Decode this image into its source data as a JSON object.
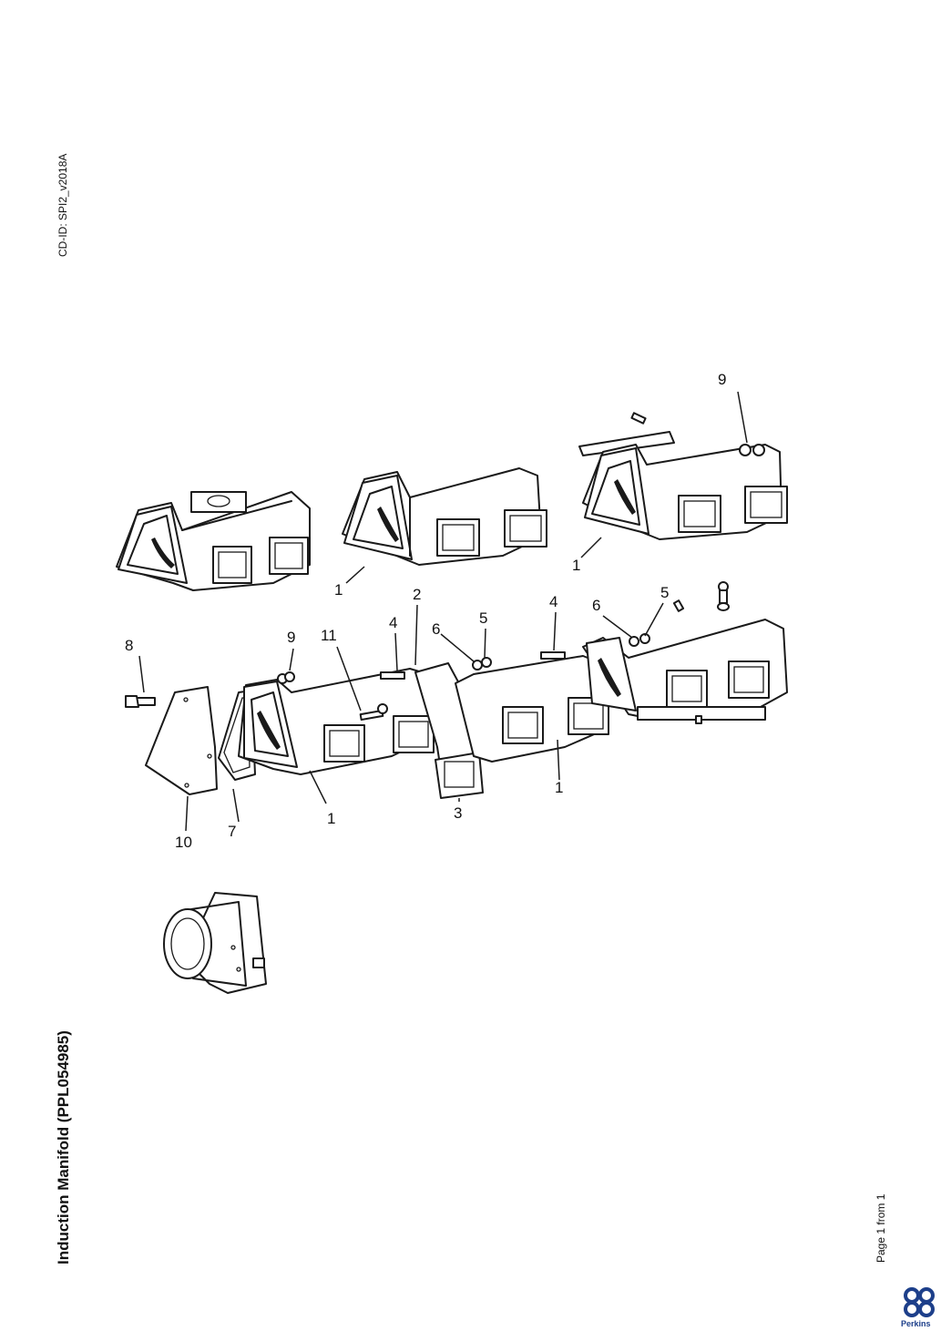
{
  "header": {
    "cd_id": "CD-ID: SPI2_v2018A"
  },
  "document": {
    "title": "Induction Manifold (PPL054985)",
    "page_info": "Page 1 from 1"
  },
  "brand": {
    "name": "Perkins",
    "color": "#1d3f8a"
  },
  "callouts": [
    "9",
    "1",
    "1",
    "2",
    "4",
    "5",
    "6",
    "4",
    "6",
    "5",
    "8",
    "9",
    "11",
    "1",
    "1",
    "3",
    "10",
    "7"
  ]
}
